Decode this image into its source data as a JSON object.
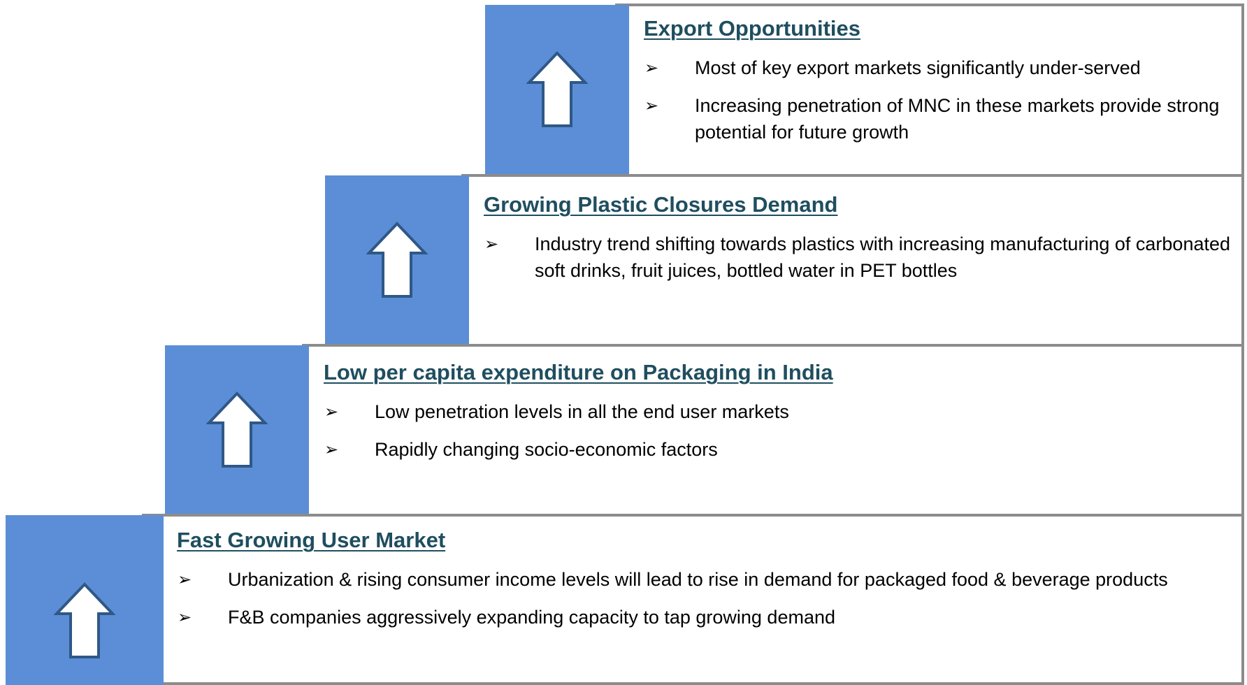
{
  "colors": {
    "accent_box": "#5b8ed6",
    "arrow_fill": "#ffffff",
    "arrow_outline": "#2f5887",
    "heading_color": "#1f4e5f",
    "border_gray": "#8c8c8c"
  },
  "arrow_icon": "up-arrow-icon",
  "bullet_icon": "arrowhead-bullet-icon",
  "bullet_glyph": "➢",
  "tiers": [
    {
      "heading": "Export Opportunities",
      "bullets": [
        "Most of key export markets significantly under-served",
        "Increasing penetration of MNC in these markets provide strong potential for future growth"
      ]
    },
    {
      "heading": "Growing Plastic Closures Demand",
      "bullets": [
        "Industry trend shifting towards plastics with increasing manufacturing of carbonated soft drinks, fruit juices, bottled water in PET bottles"
      ]
    },
    {
      "heading": "Low per capita expenditure on Packaging in India",
      "bullets": [
        "Low penetration levels in all the end user markets",
        "Rapidly changing socio-economic factors"
      ]
    },
    {
      "heading": "Fast Growing User Market",
      "bullets": [
        "Urbanization & rising consumer income levels will lead to rise in demand for packaged food & beverage products",
        "F&B companies aggressively expanding capacity to tap growing demand"
      ]
    }
  ]
}
